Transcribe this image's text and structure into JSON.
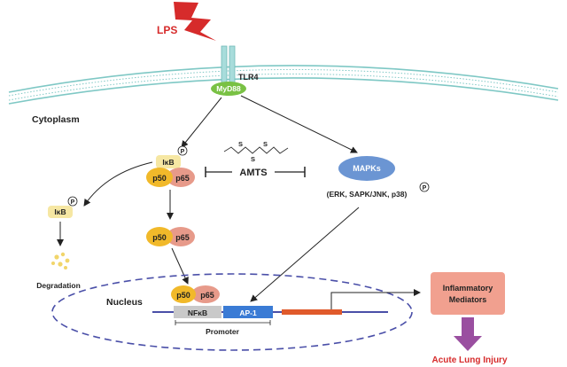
{
  "stimulus": {
    "label": "LPS",
    "color": "#d62b2b"
  },
  "receptor": {
    "label": "TLR4",
    "adaptor": "MyD88"
  },
  "compartments": {
    "cytoplasm": "Cytoplasm",
    "nucleus": "Nucleus"
  },
  "nfkb_complex": {
    "ikb": "IκB",
    "p50": "p50",
    "p65": "p65",
    "phospho": "P"
  },
  "degradation_branch": {
    "ikb": "IκB",
    "phospho": "P",
    "label": "Degradation"
  },
  "free_dimer": {
    "p50": "p50",
    "p65": "p65"
  },
  "inhibitor": {
    "label": "AMTS",
    "structure_atoms": [
      "S",
      "S",
      "S"
    ]
  },
  "mapk": {
    "label": "MAPKs",
    "members": "(ERK, SAPK/JNK, p38)",
    "phospho": "P"
  },
  "nuclear_dimer": {
    "p50": "p50",
    "p65": "p65"
  },
  "dna": {
    "nfkb_site": "NFκB",
    "ap1_site": "AP-1",
    "promoter_label": "Promoter"
  },
  "mediators": {
    "label_line1": "Inflammatory",
    "label_line2": "Mediators"
  },
  "outcome": {
    "label": "Acute Lung Injury",
    "color": "#d62b2b"
  },
  "colors": {
    "membrane": "#7fc8c5",
    "receptor": "#a8dcdb",
    "myd88": "#79c144",
    "ikb": "#f6e7a3",
    "p50": "#f1b92a",
    "p65": "#e79a8a",
    "mapk": "#6b95d3",
    "nucleus_border": "#4a4fa8",
    "ap1_site": "#3a7bd5",
    "gene": "#e05a2b",
    "mediator_box": "#f1a08f",
    "outcome_arrow": "#9a4fa0"
  }
}
